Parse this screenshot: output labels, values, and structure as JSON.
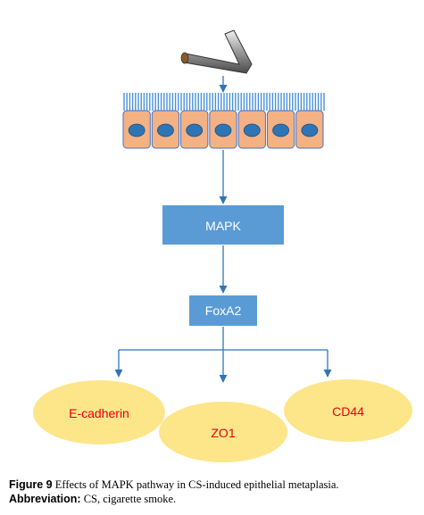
{
  "diagram": {
    "nodes": {
      "mapk": "MAPK",
      "foxa2": "FoxA2",
      "ecadherin": "E-cadherin",
      "zo1": "ZO1",
      "cd44": "CD44"
    },
    "colors": {
      "box_fill": "#5b9bd5",
      "box_text": "#ffffff",
      "ellipse_fill": "#fde68a",
      "ellipse_text": "#e8000b",
      "arrow": "#2e75b6",
      "cell_fill": "#f4b183",
      "cell_stroke": "#4472c4",
      "nucleus_fill": "#2e75b6",
      "cilia": "#4a90d9"
    },
    "icons": [
      "cigarette-icon",
      "epithelial-cells-icon"
    ]
  },
  "caption": {
    "figure_label": "Figure 9",
    "figure_text": "Effects of MAPK pathway in CS-induced epithelial metaplasia.",
    "abbrev_label": "Abbreviation:",
    "abbrev_text": "CS, cigarette smoke."
  }
}
